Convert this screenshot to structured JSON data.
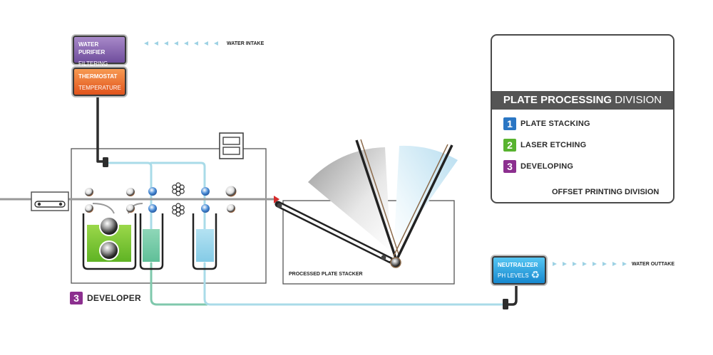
{
  "colors": {
    "water_pipe": "#a9dbe8",
    "green_pipe": "#7fc8ac",
    "badge_1": "#2a76c4",
    "badge_2": "#58b32f",
    "badge_3": "#8c2f8f",
    "purifier": "#8a66b6",
    "thermostat": "#f0732f",
    "neutralizer": "#2aa6e6"
  },
  "units": {
    "water_purifier": {
      "title": "WATER PURIFIER",
      "subtitle": "FILTERING"
    },
    "thermostat": {
      "title": "THERMOSTAT",
      "subtitle": "TEMPERATURE"
    },
    "neutralizer": {
      "title": "NEUTRALIZER",
      "subtitle": "PH LEVELS",
      "icon": "recycle-icon"
    }
  },
  "flows": {
    "intake": "WATER INTAKE",
    "outtake": "WATER OUTTAKE"
  },
  "labels": {
    "stacker": "PROCESSED PLATE STACKER"
  },
  "legend": {
    "title_bold": "PLATE PROCESSING",
    "title_rest": " DIVISION",
    "items": [
      {
        "num": "1",
        "label": "PLATE STACKING"
      },
      {
        "num": "2",
        "label": "LASER ETCHING"
      },
      {
        "num": "3",
        "label": "DEVELOPING"
      }
    ],
    "footer": "OFFSET PRINTING DIVISION"
  },
  "developer": {
    "num": "3",
    "label": "DEVELOPER"
  }
}
